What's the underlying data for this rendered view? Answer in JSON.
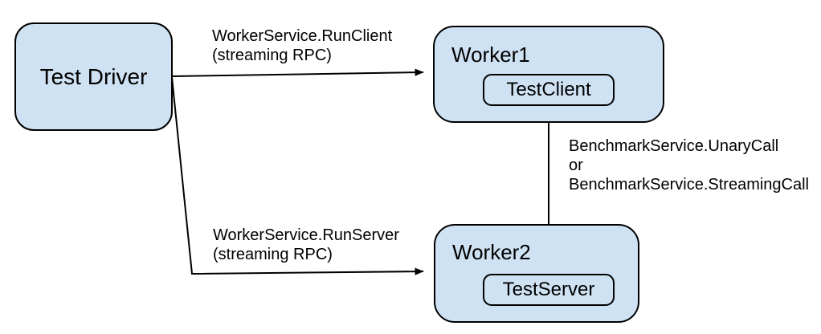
{
  "colors": {
    "background": "#ffffff",
    "node_fill": "#cfe2f3",
    "node_border": "#000000",
    "arrow": "#000000",
    "text": "#000000"
  },
  "nodes": {
    "test_driver": {
      "label": "Test Driver"
    },
    "worker1": {
      "label": "Worker1",
      "child_label": "TestClient"
    },
    "worker2": {
      "label": "Worker2",
      "child_label": "TestServer"
    }
  },
  "edges": {
    "run_client": {
      "from": "Test Driver",
      "to": "Worker1",
      "line1": "WorkerService.RunClient",
      "line2": "(streaming RPC)"
    },
    "run_server": {
      "from": "Test Driver",
      "to": "Worker2",
      "line1": "WorkerService.RunServer",
      "line2": "(streaming RPC)"
    },
    "benchmark_call": {
      "from": "TestClient",
      "to": "TestServer",
      "line1": "BenchmarkService.UnaryCall",
      "line2": "or",
      "line3": "BenchmarkService.StreamingCall"
    }
  }
}
